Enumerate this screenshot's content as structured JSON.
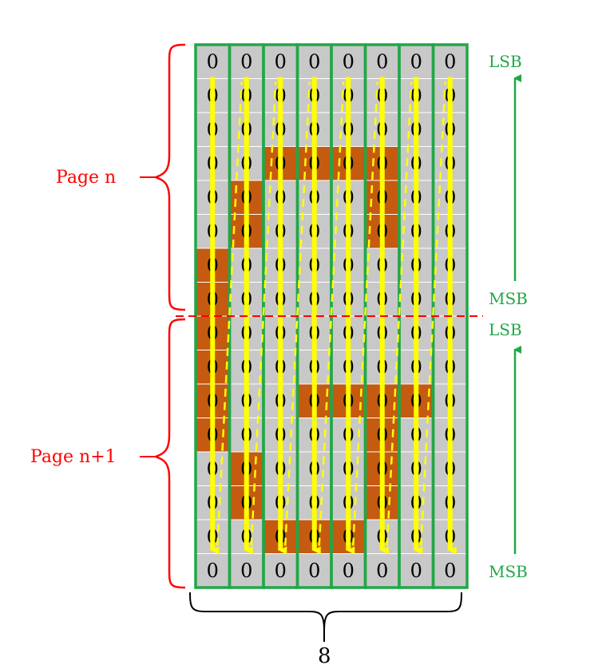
{
  "labels": {
    "page_n": "Page n",
    "page_n1": "Page n+1",
    "lsb": "LSB",
    "msb": "MSB",
    "width_label": "8"
  },
  "grid": {
    "rows": 16,
    "cols": 8,
    "cell_text": "0",
    "filled": [
      [
        0,
        0,
        0,
        0,
        0,
        0,
        0,
        0
      ],
      [
        0,
        0,
        0,
        0,
        0,
        0,
        0,
        0
      ],
      [
        0,
        0,
        0,
        0,
        0,
        0,
        0,
        0
      ],
      [
        0,
        0,
        1,
        1,
        1,
        1,
        0,
        0
      ],
      [
        0,
        1,
        0,
        0,
        0,
        1,
        0,
        0
      ],
      [
        0,
        1,
        0,
        0,
        0,
        1,
        0,
        0
      ],
      [
        1,
        0,
        0,
        0,
        0,
        0,
        0,
        0
      ],
      [
        1,
        0,
        0,
        0,
        0,
        0,
        0,
        0
      ],
      [
        1,
        0,
        0,
        0,
        0,
        0,
        0,
        0
      ],
      [
        1,
        0,
        0,
        0,
        0,
        0,
        0,
        0
      ],
      [
        1,
        0,
        0,
        1,
        1,
        1,
        1,
        0
      ],
      [
        1,
        0,
        0,
        0,
        0,
        1,
        0,
        0
      ],
      [
        0,
        1,
        0,
        0,
        0,
        1,
        0,
        0
      ],
      [
        0,
        1,
        0,
        0,
        0,
        1,
        0,
        0
      ],
      [
        0,
        0,
        1,
        1,
        1,
        0,
        0,
        0
      ],
      [
        0,
        0,
        0,
        0,
        0,
        0,
        0,
        0
      ]
    ]
  },
  "colors": {
    "cell_gray": "#c8c8c8",
    "cell_fill": "#c55a11",
    "column_border": "#21a747",
    "arrow_yellow": "#ffff00",
    "bracket_red": "#ff0000",
    "bit_green": "#21a747",
    "page_divider": "#ff0000",
    "bottom_bracket": "#000000"
  }
}
